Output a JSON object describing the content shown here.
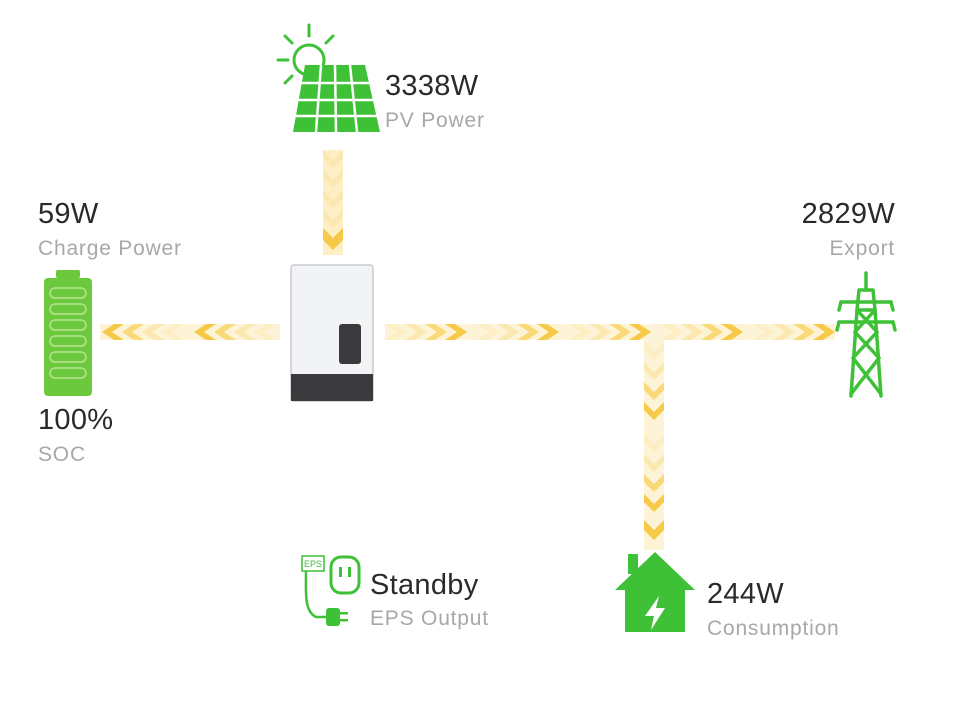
{
  "pv": {
    "value": "3338W",
    "label": "PV Power"
  },
  "battery": {
    "power_value": "59W",
    "power_label": "Charge Power",
    "soc_value": "100%",
    "soc_label": "SOC"
  },
  "grid": {
    "value": "2829W",
    "label": "Export"
  },
  "eps": {
    "value": "Standby",
    "label": "EPS Output",
    "icon_text": "EPS"
  },
  "load": {
    "value": "244W",
    "label": "Consumption"
  },
  "colors": {
    "green": "#3ec136",
    "flow": "#f7c948",
    "flow_light": "#fdeec4"
  }
}
